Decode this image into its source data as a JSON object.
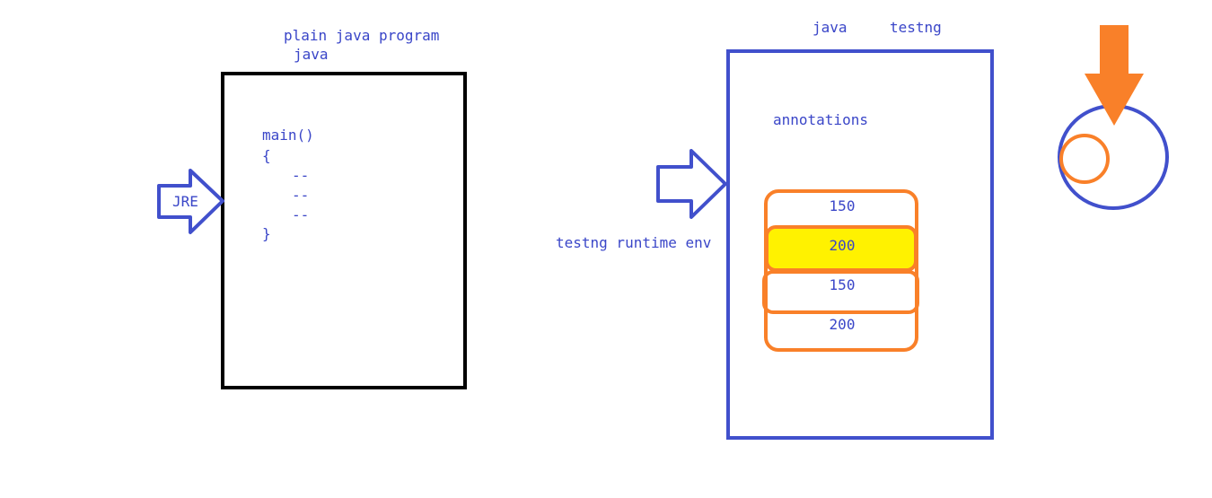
{
  "labels": {
    "plain_java_program": "plain java program",
    "java_left": "java",
    "jre": "JRE",
    "main": "main()",
    "open_brace": "{",
    "dash1": "--",
    "dash2": "--",
    "dash3": "--",
    "close_brace": "}",
    "java_right": "java",
    "testng": "testng",
    "annotations": "annotations",
    "testng_runtime_env": "testng runtime env"
  },
  "stack": [
    "150",
    "200",
    "150",
    "200"
  ],
  "colors": {
    "blue": "#4150cc",
    "black": "#000000",
    "orange": "#f98029",
    "yellow": "#fff200",
    "text_blue": "#3a46c8"
  }
}
